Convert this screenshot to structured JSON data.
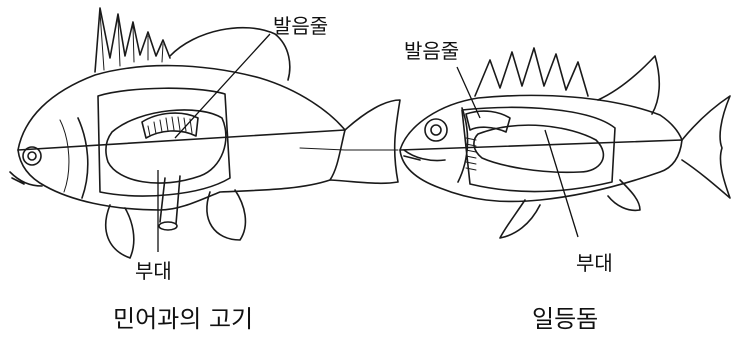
{
  "left_figure": {
    "sonic_muscle_label": "발음줄",
    "swim_bladder_label": "부대",
    "caption": "민어과의 고기"
  },
  "right_figure": {
    "sonic_muscle_label": "발음줄",
    "swim_bladder_label": "부대",
    "caption": "일등돔"
  }
}
